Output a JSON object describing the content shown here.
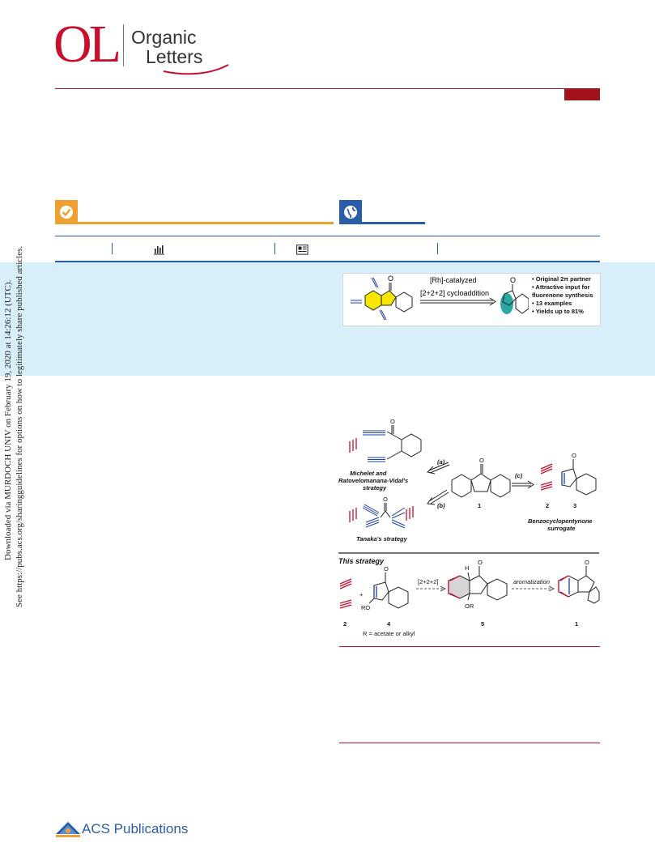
{
  "journal": {
    "logo_letters": "OL",
    "name_line1": "Organic",
    "name_line2": "Letters"
  },
  "toc_graphic": {
    "arrow_label_top": "[Rh]-catalyzed",
    "arrow_label_bottom": "[2+2+2] cycloaddition",
    "bullets": [
      "• Original 2π partner",
      "• Attractive input for",
      "  fluorenone synthesis",
      "• 13 examples",
      "• Yields up to 81%"
    ]
  },
  "scheme": {
    "label_a": "(a)",
    "label_b": "(b)",
    "label_c": "(c)",
    "michelet_line1": "Michelet and",
    "michelet_line2": "Ratovelomanana-Vidal's",
    "michelet_line3": "strategy",
    "tanaka": "Tanaka's strategy",
    "benzo_line1": "Benzocyclopentynone",
    "benzo_line2": "surrogate",
    "num_1": "1",
    "num_2": "2",
    "num_3": "3",
    "num_4": "4",
    "num_5": "5",
    "this_strategy": "This strategy",
    "plus": "+",
    "cyclo_label": "[2+2+2]",
    "aromatization": "aromatization",
    "ro": "RO",
    "or": "OR",
    "h": "H",
    "o": "O",
    "r_def": "R = acetate or alkyl"
  },
  "footer": {
    "publisher": "ACS Publications"
  },
  "sidebar": {
    "line1": "Downloaded via MURDOCH UNIV on February 19, 2020 at 14:26:12 (UTC).",
    "line2": "See https://pubs.acs.org/sharingguidelines for options on how to legitimately share published articles."
  },
  "colors": {
    "brand_red": "#c8102e",
    "badge_orange": "#f0a033",
    "badge_blue": "#2a5da8",
    "abstract_bg": "#d8eef8"
  }
}
